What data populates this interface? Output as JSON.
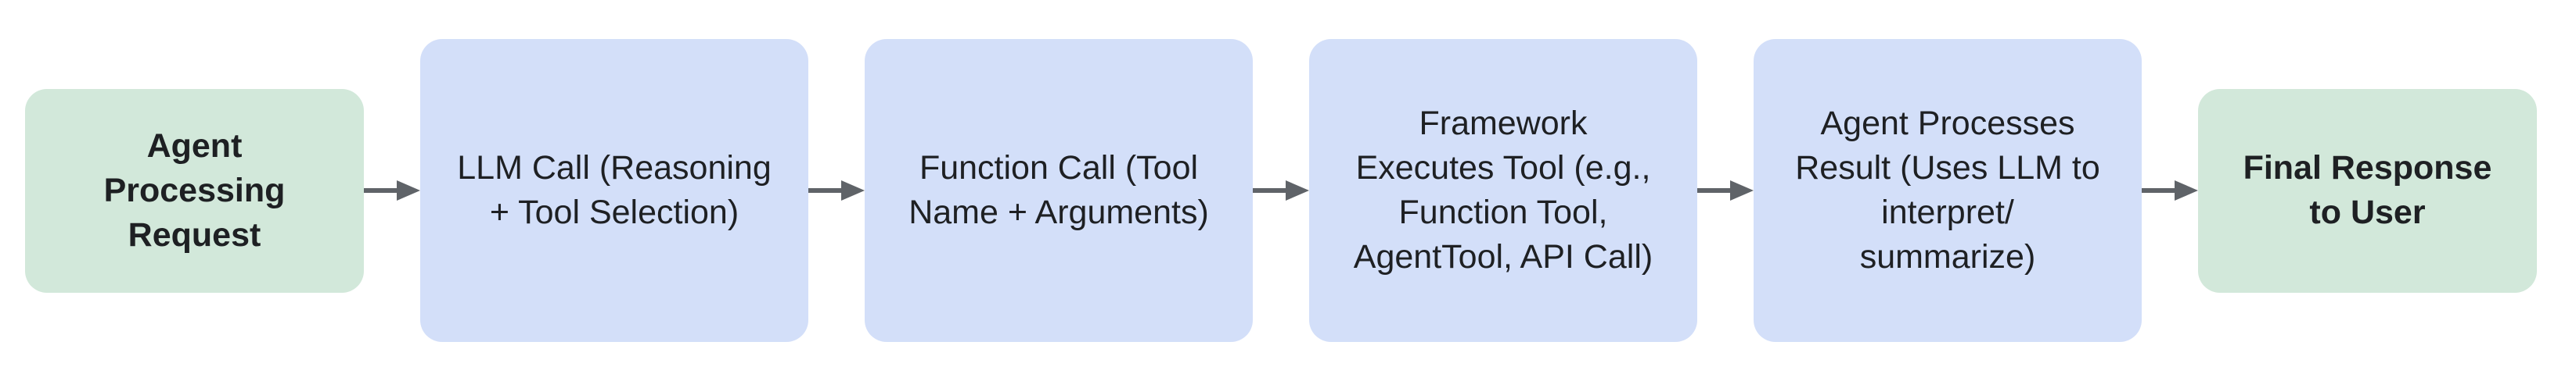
{
  "diagram": {
    "type": "flowchart",
    "direction": "left-to-right",
    "background": "#FFFFFF",
    "colors": {
      "terminal_fill": "#D2E8DA",
      "process_fill": "#D3DFF9",
      "arrow": "#5F6368",
      "text": "#1E2023"
    },
    "nodes": [
      {
        "id": "agent-processing-request",
        "kind": "terminal",
        "label": "Agent\nProcessing\nRequest"
      },
      {
        "id": "llm-call",
        "kind": "process",
        "label": "LLM Call (Reasoning\n+ Tool Selection)"
      },
      {
        "id": "function-call",
        "kind": "process",
        "label": "Function Call (Tool\nName + Arguments)"
      },
      {
        "id": "framework-executes-tool",
        "kind": "process",
        "label": "Framework\nExecutes Tool (e.g.,\nFunction Tool,\nAgentTool, API Call)"
      },
      {
        "id": "agent-processes-result",
        "kind": "process",
        "label": "Agent Processes\nResult (Uses LLM to\ninterpret/\nsummarize)"
      },
      {
        "id": "final-response-to-user",
        "kind": "terminal",
        "label": "Final Response\nto User"
      }
    ],
    "edges": [
      {
        "from": "agent-processing-request",
        "to": "llm-call"
      },
      {
        "from": "llm-call",
        "to": "function-call"
      },
      {
        "from": "function-call",
        "to": "framework-executes-tool"
      },
      {
        "from": "framework-executes-tool",
        "to": "agent-processes-result"
      },
      {
        "from": "agent-processes-result",
        "to": "final-response-to-user"
      }
    ]
  }
}
